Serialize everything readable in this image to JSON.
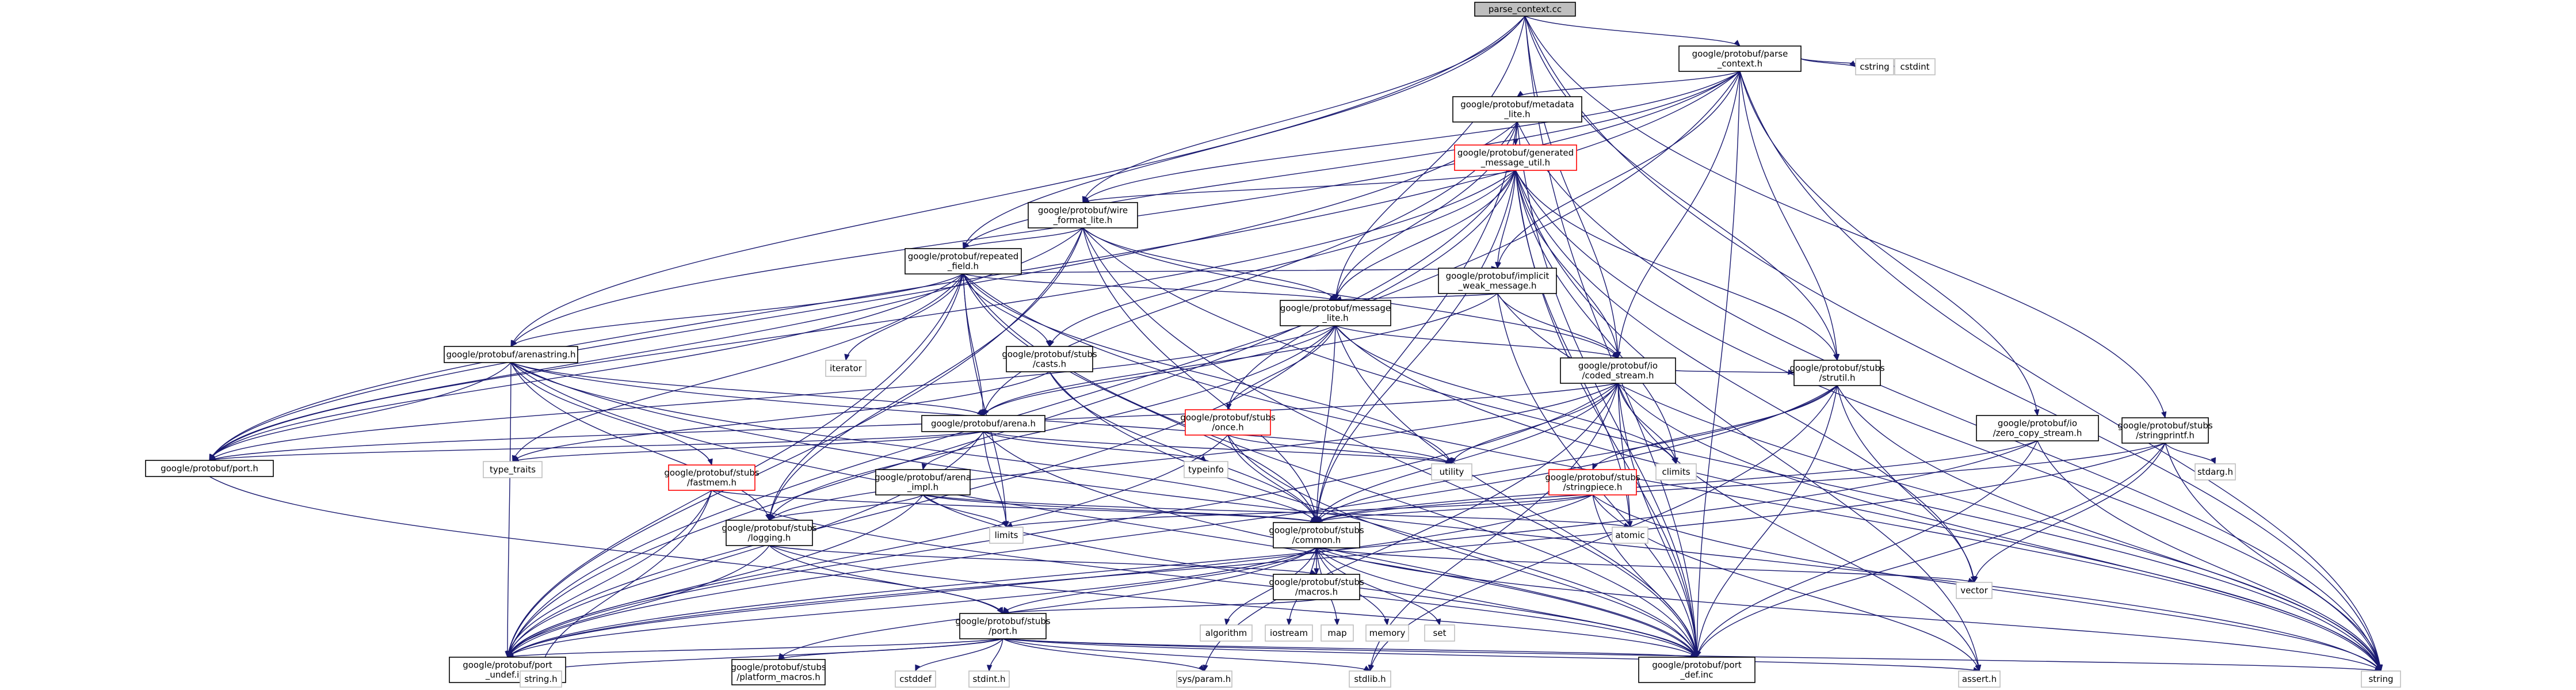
{
  "diagram": {
    "nodes": [
      {
        "id": "root",
        "lines": [
          "parse_context.cc"
        ],
        "style": "root"
      },
      {
        "id": "pc",
        "lines": [
          "google/protobuf/parse",
          "_context.h"
        ]
      },
      {
        "id": "meta",
        "lines": [
          "google/protobuf/metadata",
          "_lite.h"
        ]
      },
      {
        "id": "gen",
        "lines": [
          "google/protobuf/generated",
          "_message_util.h"
        ],
        "style": "red"
      },
      {
        "id": "wf",
        "lines": [
          "google/protobuf/wire",
          "_format_lite.h"
        ]
      },
      {
        "id": "rep",
        "lines": [
          "google/protobuf/repeated",
          "_field.h"
        ]
      },
      {
        "id": "weak",
        "lines": [
          "google/protobuf/implicit",
          "_weak_message.h"
        ]
      },
      {
        "id": "ml",
        "lines": [
          "google/protobuf/message",
          "_lite.h"
        ]
      },
      {
        "id": "arenastr",
        "lines": [
          "google/protobuf/arenastring.h"
        ]
      },
      {
        "id": "casts",
        "lines": [
          "google/protobuf/stubs",
          "/casts.h"
        ]
      },
      {
        "id": "coded",
        "lines": [
          "google/protobuf/io",
          "/coded_stream.h"
        ]
      },
      {
        "id": "strutil",
        "lines": [
          "google/protobuf/stubs",
          "/strutil.h"
        ]
      },
      {
        "id": "once",
        "lines": [
          "google/protobuf/stubs",
          "/once.h"
        ],
        "style": "red"
      },
      {
        "id": "arena",
        "lines": [
          "google/protobuf/arena.h"
        ]
      },
      {
        "id": "zcs",
        "lines": [
          "google/protobuf/io",
          "/zero_copy_stream.h"
        ]
      },
      {
        "id": "strprintf",
        "lines": [
          "google/protobuf/stubs",
          "/stringprintf.h"
        ]
      },
      {
        "id": "port",
        "lines": [
          "google/protobuf/port.h"
        ]
      },
      {
        "id": "fastmem",
        "lines": [
          "google/protobuf/stubs",
          "/fastmem.h"
        ],
        "style": "red"
      },
      {
        "id": "arenaimpl",
        "lines": [
          "google/protobuf/arena",
          "_impl.h"
        ]
      },
      {
        "id": "strpiece",
        "lines": [
          "google/protobuf/stubs",
          "/stringpiece.h"
        ],
        "style": "red"
      },
      {
        "id": "logging",
        "lines": [
          "google/protobuf/stubs",
          "/logging.h"
        ]
      },
      {
        "id": "common",
        "lines": [
          "google/protobuf/stubs",
          "/common.h"
        ]
      },
      {
        "id": "macros",
        "lines": [
          "google/protobuf/stubs",
          "/macros.h"
        ]
      },
      {
        "id": "sport",
        "lines": [
          "google/protobuf/stubs",
          "/port.h"
        ]
      },
      {
        "id": "pundef",
        "lines": [
          "google/protobuf/port",
          "_undef.inc"
        ]
      },
      {
        "id": "pdef",
        "lines": [
          "google/protobuf/port",
          "_def.inc"
        ]
      },
      {
        "id": "platmac",
        "lines": [
          "google/protobuf/stubs",
          "/platform_macros.h"
        ]
      },
      {
        "id": "cstring",
        "lines": [
          "cstring"
        ],
        "style": "sys"
      },
      {
        "id": "cstdint",
        "lines": [
          "cstdint"
        ],
        "style": "sys"
      },
      {
        "id": "iterator",
        "lines": [
          "iterator"
        ],
        "style": "sys"
      },
      {
        "id": "type_traits",
        "lines": [
          "type_traits"
        ],
        "style": "sys"
      },
      {
        "id": "typeinfo",
        "lines": [
          "typeinfo"
        ],
        "style": "sys"
      },
      {
        "id": "utility",
        "lines": [
          "utility"
        ],
        "style": "sys"
      },
      {
        "id": "climits",
        "lines": [
          "climits"
        ],
        "style": "sys"
      },
      {
        "id": "limits",
        "lines": [
          "limits"
        ],
        "style": "sys"
      },
      {
        "id": "atomic",
        "lines": [
          "atomic"
        ],
        "style": "sys"
      },
      {
        "id": "vector",
        "lines": [
          "vector"
        ],
        "style": "sys"
      },
      {
        "id": "stdarg",
        "lines": [
          "stdarg.h"
        ],
        "style": "sys"
      },
      {
        "id": "algorithm",
        "lines": [
          "algorithm"
        ],
        "style": "sys"
      },
      {
        "id": "iostream",
        "lines": [
          "iostream"
        ],
        "style": "sys"
      },
      {
        "id": "map",
        "lines": [
          "map"
        ],
        "style": "sys"
      },
      {
        "id": "memory",
        "lines": [
          "memory"
        ],
        "style": "sys"
      },
      {
        "id": "set",
        "lines": [
          "set"
        ],
        "style": "sys"
      },
      {
        "id": "string",
        "lines": [
          "string"
        ],
        "style": "sys"
      },
      {
        "id": "assert",
        "lines": [
          "assert.h"
        ],
        "style": "sys"
      },
      {
        "id": "stringh",
        "lines": [
          "string.h"
        ],
        "style": "sys"
      },
      {
        "id": "cstddef",
        "lines": [
          "cstddef"
        ],
        "style": "sys"
      },
      {
        "id": "stdint",
        "lines": [
          "stdint.h"
        ],
        "style": "sys"
      },
      {
        "id": "sysparam",
        "lines": [
          "sys/param.h"
        ],
        "style": "sys"
      },
      {
        "id": "stdlib",
        "lines": [
          "stdlib.h"
        ],
        "style": "sys"
      }
    ],
    "edges": [
      [
        "root",
        "pc"
      ],
      [
        "root",
        "wf"
      ],
      [
        "root",
        "rep"
      ],
      [
        "root",
        "arenastr"
      ],
      [
        "root",
        "ml"
      ],
      [
        "root",
        "coded"
      ],
      [
        "root",
        "strutil"
      ],
      [
        "root",
        "strprintf"
      ],
      [
        "root",
        "pdef"
      ],
      [
        "root",
        "string"
      ],
      [
        "pc",
        "meta"
      ],
      [
        "pc",
        "cstring"
      ],
      [
        "pc",
        "cstdint"
      ],
      [
        "pc",
        "wf"
      ],
      [
        "pc",
        "rep"
      ],
      [
        "pc",
        "arenastr"
      ],
      [
        "pc",
        "weak"
      ],
      [
        "pc",
        "coded"
      ],
      [
        "pc",
        "strutil"
      ],
      [
        "pc",
        "zcs"
      ],
      [
        "pc",
        "port"
      ],
      [
        "pc",
        "pdef"
      ],
      [
        "pc",
        "pundef"
      ],
      [
        "pc",
        "string"
      ],
      [
        "meta",
        "gen"
      ],
      [
        "meta",
        "ml"
      ],
      [
        "meta",
        "arena"
      ],
      [
        "meta",
        "common"
      ],
      [
        "meta",
        "port"
      ],
      [
        "meta",
        "pdef"
      ],
      [
        "meta",
        "string"
      ],
      [
        "gen",
        "wf"
      ],
      [
        "gen",
        "weak"
      ],
      [
        "gen",
        "ml"
      ],
      [
        "gen",
        "casts"
      ],
      [
        "gen",
        "coded"
      ],
      [
        "gen",
        "strutil"
      ],
      [
        "gen",
        "once"
      ],
      [
        "gen",
        "common"
      ],
      [
        "gen",
        "climits"
      ],
      [
        "gen",
        "atomic"
      ],
      [
        "gen",
        "vector"
      ],
      [
        "gen",
        "port"
      ],
      [
        "gen",
        "pdef"
      ],
      [
        "gen",
        "pundef"
      ],
      [
        "gen",
        "string"
      ],
      [
        "gen",
        "assert"
      ],
      [
        "wf",
        "rep"
      ],
      [
        "wf",
        "ml"
      ],
      [
        "wf",
        "coded"
      ],
      [
        "wf",
        "logging"
      ],
      [
        "wf",
        "common"
      ],
      [
        "wf",
        "port"
      ],
      [
        "wf",
        "pdef"
      ],
      [
        "wf",
        "pundef"
      ],
      [
        "wf",
        "string"
      ],
      [
        "rep",
        "iterator"
      ],
      [
        "rep",
        "weak"
      ],
      [
        "rep",
        "ml"
      ],
      [
        "rep",
        "arena"
      ],
      [
        "rep",
        "casts"
      ],
      [
        "rep",
        "logging"
      ],
      [
        "rep",
        "common"
      ],
      [
        "rep",
        "port"
      ],
      [
        "rep",
        "type_traits"
      ],
      [
        "rep",
        "utility"
      ],
      [
        "rep",
        "limits"
      ],
      [
        "rep",
        "pdef"
      ],
      [
        "rep",
        "pundef"
      ],
      [
        "rep",
        "string"
      ],
      [
        "rep",
        "arenastr"
      ],
      [
        "weak",
        "ml"
      ],
      [
        "weak",
        "arena"
      ],
      [
        "weak",
        "coded"
      ],
      [
        "weak",
        "pdef"
      ],
      [
        "weak",
        "string"
      ],
      [
        "ml",
        "arena"
      ],
      [
        "ml",
        "once"
      ],
      [
        "ml",
        "common"
      ],
      [
        "ml",
        "logging"
      ],
      [
        "ml",
        "port"
      ],
      [
        "ml",
        "climits"
      ],
      [
        "ml",
        "pdef"
      ],
      [
        "ml",
        "pundef"
      ],
      [
        "ml",
        "string"
      ],
      [
        "ml",
        "coded"
      ],
      [
        "arenastr",
        "arena"
      ],
      [
        "arenastr",
        "fastmem"
      ],
      [
        "arenastr",
        "logging"
      ],
      [
        "arenastr",
        "common"
      ],
      [
        "arenastr",
        "port"
      ],
      [
        "arenastr",
        "pdef"
      ],
      [
        "arenastr",
        "pundef"
      ],
      [
        "arenastr",
        "string"
      ],
      [
        "arenastr",
        "utility"
      ],
      [
        "casts",
        "common"
      ],
      [
        "casts",
        "type_traits"
      ],
      [
        "casts",
        "pdef"
      ],
      [
        "coded",
        "common"
      ],
      [
        "coded",
        "logging"
      ],
      [
        "coded",
        "strutil"
      ],
      [
        "coded",
        "port"
      ],
      [
        "coded",
        "climits"
      ],
      [
        "coded",
        "utility"
      ],
      [
        "coded",
        "atomic"
      ],
      [
        "coded",
        "pdef"
      ],
      [
        "coded",
        "pundef"
      ],
      [
        "coded",
        "string"
      ],
      [
        "coded",
        "assert"
      ],
      [
        "coded",
        "sysparam"
      ],
      [
        "coded",
        "stdlib"
      ],
      [
        "strutil",
        "common"
      ],
      [
        "strutil",
        "strpiece"
      ],
      [
        "strutil",
        "stdlib"
      ],
      [
        "strutil",
        "vector"
      ],
      [
        "strutil",
        "pdef"
      ],
      [
        "strutil",
        "pundef"
      ],
      [
        "strutil",
        "string"
      ],
      [
        "once",
        "common"
      ],
      [
        "once",
        "pdef"
      ],
      [
        "once",
        "pundef"
      ],
      [
        "once",
        "utility"
      ],
      [
        "arena",
        "arenaimpl"
      ],
      [
        "arena",
        "limits"
      ],
      [
        "arena",
        "typeinfo"
      ],
      [
        "arena",
        "type_traits"
      ],
      [
        "arena",
        "utility"
      ],
      [
        "arena",
        "port"
      ],
      [
        "arena",
        "pdef"
      ],
      [
        "arena",
        "pundef"
      ],
      [
        "zcs",
        "common"
      ],
      [
        "zcs",
        "pdef"
      ],
      [
        "zcs",
        "pundef"
      ],
      [
        "zcs",
        "string"
      ],
      [
        "strprintf",
        "common"
      ],
      [
        "strprintf",
        "stdarg"
      ],
      [
        "strprintf",
        "vector"
      ],
      [
        "strprintf",
        "pdef"
      ],
      [
        "strprintf",
        "pundef"
      ],
      [
        "strprintf",
        "string"
      ],
      [
        "port",
        "sport"
      ],
      [
        "fastmem",
        "common"
      ],
      [
        "fastmem",
        "pdef"
      ],
      [
        "fastmem",
        "pundef"
      ],
      [
        "fastmem",
        "stringh"
      ],
      [
        "arenaimpl",
        "common"
      ],
      [
        "arenaimpl",
        "logging"
      ],
      [
        "arenaimpl",
        "limits"
      ],
      [
        "arenaimpl",
        "atomic"
      ],
      [
        "arenaimpl",
        "pdef"
      ],
      [
        "arenaimpl",
        "pundef"
      ],
      [
        "strpiece",
        "common"
      ],
      [
        "strpiece",
        "limits"
      ],
      [
        "strpiece",
        "pdef"
      ],
      [
        "strpiece",
        "pundef"
      ],
      [
        "strpiece",
        "string"
      ],
      [
        "strpiece",
        "assert"
      ],
      [
        "logging",
        "macros"
      ],
      [
        "logging",
        "sport"
      ],
      [
        "logging",
        "pdef"
      ],
      [
        "logging",
        "pundef"
      ],
      [
        "common",
        "macros"
      ],
      [
        "common",
        "sport"
      ],
      [
        "common",
        "platmac"
      ],
      [
        "common",
        "algorithm"
      ],
      [
        "common",
        "iostream"
      ],
      [
        "common",
        "map"
      ],
      [
        "common",
        "memory"
      ],
      [
        "common",
        "set"
      ],
      [
        "common",
        "string"
      ],
      [
        "common",
        "vector"
      ],
      [
        "common",
        "pdef"
      ],
      [
        "common",
        "pundef"
      ],
      [
        "macros",
        "sport"
      ],
      [
        "sport",
        "platmac"
      ],
      [
        "sport",
        "pdef"
      ],
      [
        "sport",
        "pundef"
      ],
      [
        "sport",
        "assert"
      ],
      [
        "sport",
        "stringh"
      ],
      [
        "sport",
        "cstddef"
      ],
      [
        "sport",
        "stdint"
      ],
      [
        "sport",
        "sysparam"
      ],
      [
        "sport",
        "stdlib"
      ],
      [
        "sport",
        "string"
      ]
    ]
  }
}
